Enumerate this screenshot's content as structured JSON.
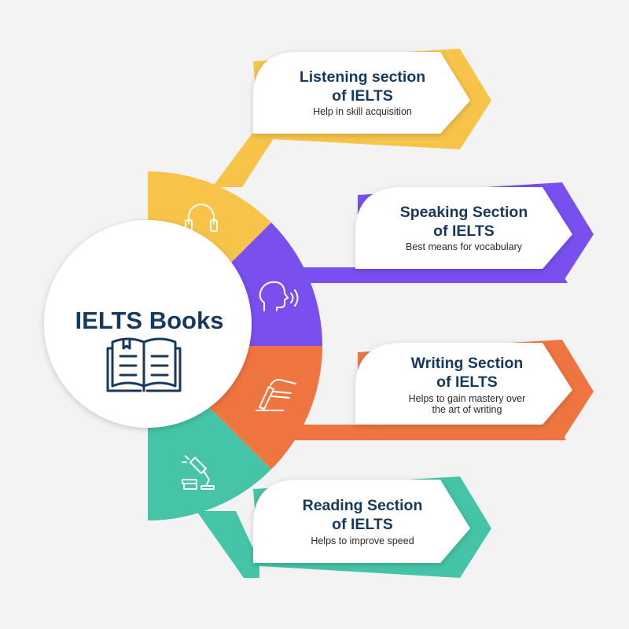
{
  "center": {
    "title": "IELTS Books"
  },
  "sections": [
    {
      "title_line1": "Listening section",
      "title_line2": "of IELTS",
      "sub_line1": "Help in skill acquisition",
      "sub_line2": "",
      "color": "#f7c449",
      "icon": "headphones-icon"
    },
    {
      "title_line1": "Speaking Section",
      "title_line2": "of IELTS",
      "sub_line1": "Best means for vocabulary",
      "sub_line2": "",
      "color": "#7a4ff0",
      "icon": "speaking-head-icon"
    },
    {
      "title_line1": "Writing Section",
      "title_line2": "of IELTS",
      "sub_line1": "Helps to gain mastery over",
      "sub_line2": "the art of writing",
      "color": "#ef7540",
      "icon": "writing-hand-icon"
    },
    {
      "title_line1": "Reading Section",
      "title_line2": "of IELTS",
      "sub_line1": "Helps to improve speed",
      "sub_line2": "",
      "color": "#45c4a7",
      "icon": "reading-lamp-icon"
    }
  ],
  "colors": {
    "text_dark": "#17395c",
    "background": "#f3f3f3",
    "card": "#ffffff"
  }
}
